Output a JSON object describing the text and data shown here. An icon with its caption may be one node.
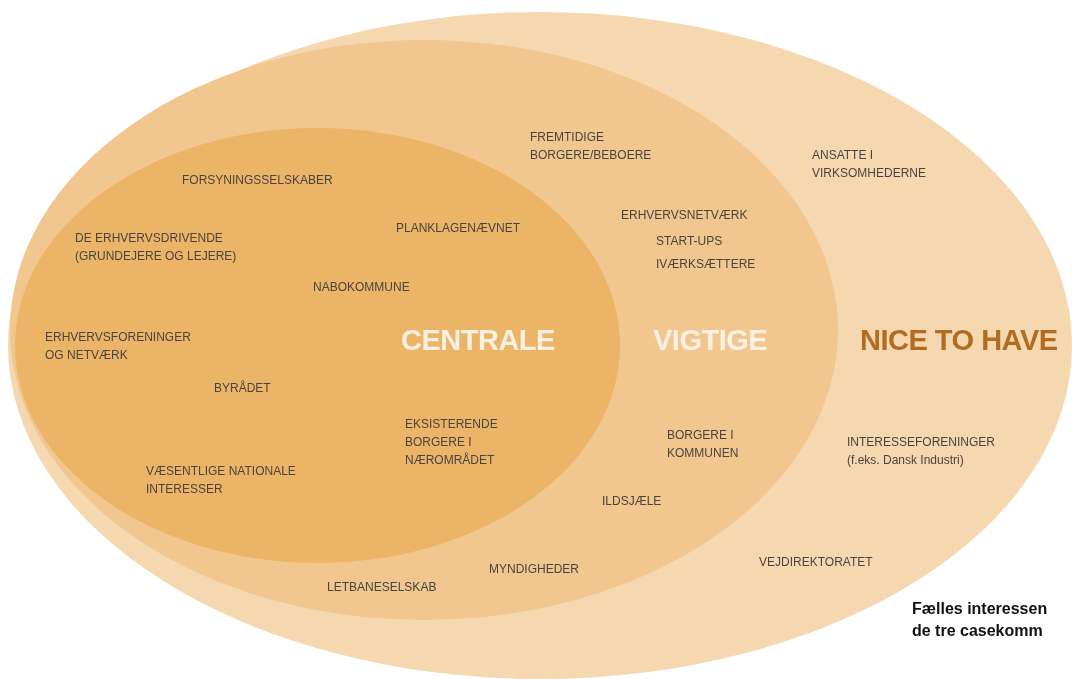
{
  "diagram": {
    "caption": "Fælles interessen de tre casekomm",
    "nodes": [
      {
        "text": [
          "NICE TO HAVE"
        ]
      },
      {
        "text": [
          "VIGTIGE"
        ],
        "in": 0
      },
      {
        "text": [
          "CENTRALE"
        ],
        "in": 1
      }
    ],
    "labels": [
      "FREMTIDIGE BORGERE/BEBOERE",
      "ANSATTE I VIRKSOMHEDERNE",
      "FORSYNINGSSELSKABER",
      "ERHVERVSNETVÆRK",
      "PLANKLAGENÆVNET",
      "DE ERHVERVSDRIVENDE (GRUNDEJERE OG LEJERE)",
      "START-UPS",
      "IVÆRKSÆTTERE",
      "NABOKOMMUNE",
      "ERHVERVSFORENINGER OG NETVÆRK",
      "BYRÅDET",
      "EKSISTERENDE BORGERE I NÆROMRÅDET",
      "BORGERE I KOMMUNEN",
      "INTERESSEFORENINGER (f.eks. Dansk Industri)",
      "VÆSENTLIGE NATIONALE INTERESSER",
      "ILDSJÆLE",
      "VEJDIREKTORATET",
      "MYNDIGHEDER",
      "LETBANESELSKAB"
    ]
  }
}
